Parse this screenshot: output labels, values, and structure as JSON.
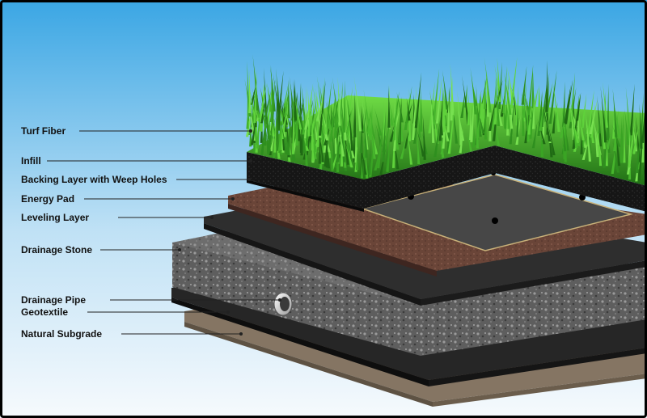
{
  "diagram": {
    "labels": [
      {
        "id": "turf-fiber",
        "text": "Turf Fiber"
      },
      {
        "id": "infill",
        "text": "Infill"
      },
      {
        "id": "backing-layer",
        "text": "Backing Layer with Weep Holes"
      },
      {
        "id": "energy-pad",
        "text": "Energy Pad"
      },
      {
        "id": "leveling-layer",
        "text": "Leveling Layer"
      },
      {
        "id": "drainage-stone",
        "text": "Drainage Stone"
      },
      {
        "id": "drainage-pipe",
        "text": "Drainage Pipe"
      },
      {
        "id": "geotextile",
        "text": "Geotextile"
      },
      {
        "id": "natural-subgrade",
        "text": "Natural Subgrade"
      }
    ],
    "colors": {
      "sky_top": "#3fa9e6",
      "sky_bottom": "#f4f9fd",
      "grass": "#2e8b1e",
      "grass_light": "#5ccf3a",
      "infill": "#1a1a1a",
      "backing": "#454545",
      "energy_pad": "#6e4a3e",
      "leveling": "#2b2b2b",
      "stone": "#6b6b6b",
      "geotextile": "#222222",
      "subgrade": "#7d6e5c"
    }
  }
}
